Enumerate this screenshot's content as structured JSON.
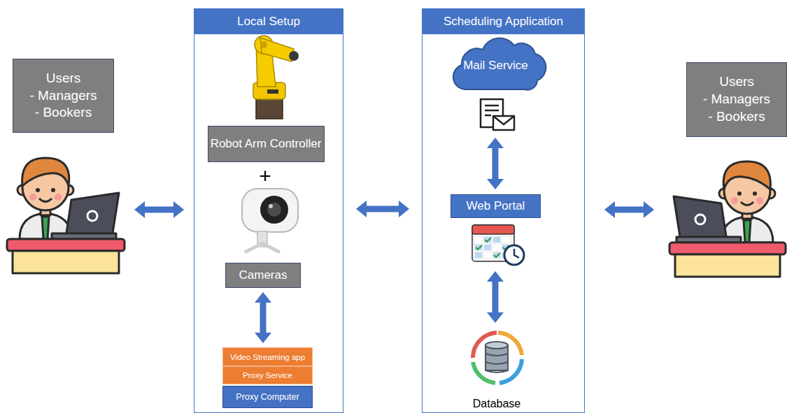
{
  "diagram": {
    "nodes": [
      {
        "text": [
          "Users",
          "- Managers",
          "- Bookers"
        ]
      },
      {
        "text": [
          "Local Setup"
        ]
      },
      {
        "text": [
          "Robot Arm Controller"
        ],
        "in": 1
      },
      {
        "text": [
          "Cameras"
        ],
        "in": 1
      },
      {
        "text": [
          "Video Streaming app"
        ],
        "in": 1
      },
      {
        "text": [
          "Proxy Service"
        ],
        "in": 1
      },
      {
        "text": [
          "Proxy Computer"
        ],
        "in": 1
      },
      {
        "text": [
          "Scheduling Application"
        ]
      },
      {
        "text": [
          "Mail Service"
        ],
        "in": 7
      },
      {
        "text": [
          "Web Portal"
        ],
        "in": 7
      },
      {
        "text": [
          "Database"
        ],
        "in": 7
      },
      {
        "text": [
          "Users",
          "- Managers",
          "- Bookers"
        ]
      }
    ],
    "edges": [
      {
        "from": 0,
        "to": 1,
        "arrow": "both"
      },
      {
        "from": 1,
        "to": 7,
        "arrow": "both"
      },
      {
        "from": 7,
        "to": 11,
        "arrow": "both"
      },
      {
        "from": 3,
        "to": 4,
        "arrow": "both"
      },
      {
        "from": 8,
        "to": 9,
        "arrow": "both"
      },
      {
        "from": 9,
        "to": 10,
        "arrow": "both"
      }
    ],
    "labels": [
      "+"
    ]
  }
}
